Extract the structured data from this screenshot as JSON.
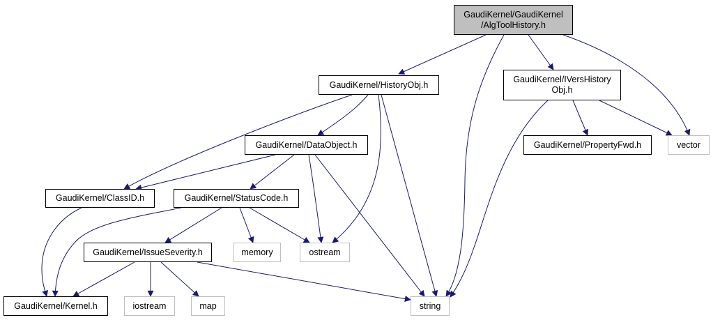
{
  "graph": {
    "edge_color": "#191970",
    "root_fill": "#bfbfbf",
    "external_border": "#bfbfbf",
    "nodes": {
      "root": {
        "label": "GaudiKernel/GaudiKernel\n/AlgToolHistory.h",
        "kind": "root"
      },
      "historyobj": {
        "label": "GaudiKernel/HistoryObj.h",
        "kind": "local"
      },
      "ivershistory": {
        "label": "GaudiKernel/IVersHistory\nObj.h",
        "kind": "local"
      },
      "dataobject": {
        "label": "GaudiKernel/DataObject.h",
        "kind": "local"
      },
      "propertyfwd": {
        "label": "GaudiKernel/PropertyFwd.h",
        "kind": "local"
      },
      "vector": {
        "label": "vector",
        "kind": "external"
      },
      "classid": {
        "label": "GaudiKernel/ClassID.h",
        "kind": "local"
      },
      "statuscode": {
        "label": "GaudiKernel/StatusCode.h",
        "kind": "local"
      },
      "issueseverity": {
        "label": "GaudiKernel/IssueSeverity.h",
        "kind": "local"
      },
      "memory": {
        "label": "memory",
        "kind": "external"
      },
      "ostream": {
        "label": "ostream",
        "kind": "external"
      },
      "kernel": {
        "label": "GaudiKernel/Kernel.h",
        "kind": "local"
      },
      "iostream": {
        "label": "iostream",
        "kind": "external"
      },
      "map": {
        "label": "map",
        "kind": "external"
      },
      "string": {
        "label": "string",
        "kind": "external"
      }
    },
    "edges": [
      [
        "root",
        "historyobj"
      ],
      [
        "root",
        "ivershistory"
      ],
      [
        "root",
        "vector"
      ],
      [
        "root",
        "string"
      ],
      [
        "historyobj",
        "classid"
      ],
      [
        "historyobj",
        "dataobject"
      ],
      [
        "historyobj",
        "ostream"
      ],
      [
        "historyobj",
        "string"
      ],
      [
        "dataobject",
        "classid"
      ],
      [
        "dataobject",
        "statuscode"
      ],
      [
        "dataobject",
        "ostream"
      ],
      [
        "dataobject",
        "string"
      ],
      [
        "statuscode",
        "kernel"
      ],
      [
        "statuscode",
        "issueseverity"
      ],
      [
        "statuscode",
        "memory"
      ],
      [
        "statuscode",
        "ostream"
      ],
      [
        "classid",
        "kernel"
      ],
      [
        "issueseverity",
        "kernel"
      ],
      [
        "issueseverity",
        "iostream"
      ],
      [
        "issueseverity",
        "map"
      ],
      [
        "issueseverity",
        "string"
      ],
      [
        "ivershistory",
        "propertyfwd"
      ],
      [
        "ivershistory",
        "vector"
      ],
      [
        "ivershistory",
        "string"
      ]
    ]
  }
}
